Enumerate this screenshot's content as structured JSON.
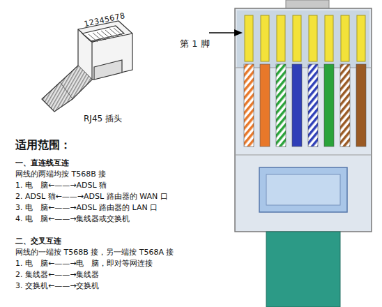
{
  "diagram": {
    "labels": [
      "12345678",
      "RJ45 插头",
      "第 1 脚",
      "适用范围：",
      "一、直连线互连",
      "网线的两端均按 T568B 接",
      "1. 电　脑←——→ADSL 猫",
      "2. ADSL 猫←——→ADSL 路由器的 WAN 口",
      "3. 电　脑←——→ADSL 路由器的 LAN 口",
      "4. 电　脑←——→集线器或交换机",
      "二、交叉互连",
      "网线的一端按 T568B 接，另一端按 T568A 接",
      "1. 电　脑←——→电　脑，即对等网连接",
      "2. 集线器←——→集线器",
      "3. 交换机←——→交换机"
    ]
  }
}
